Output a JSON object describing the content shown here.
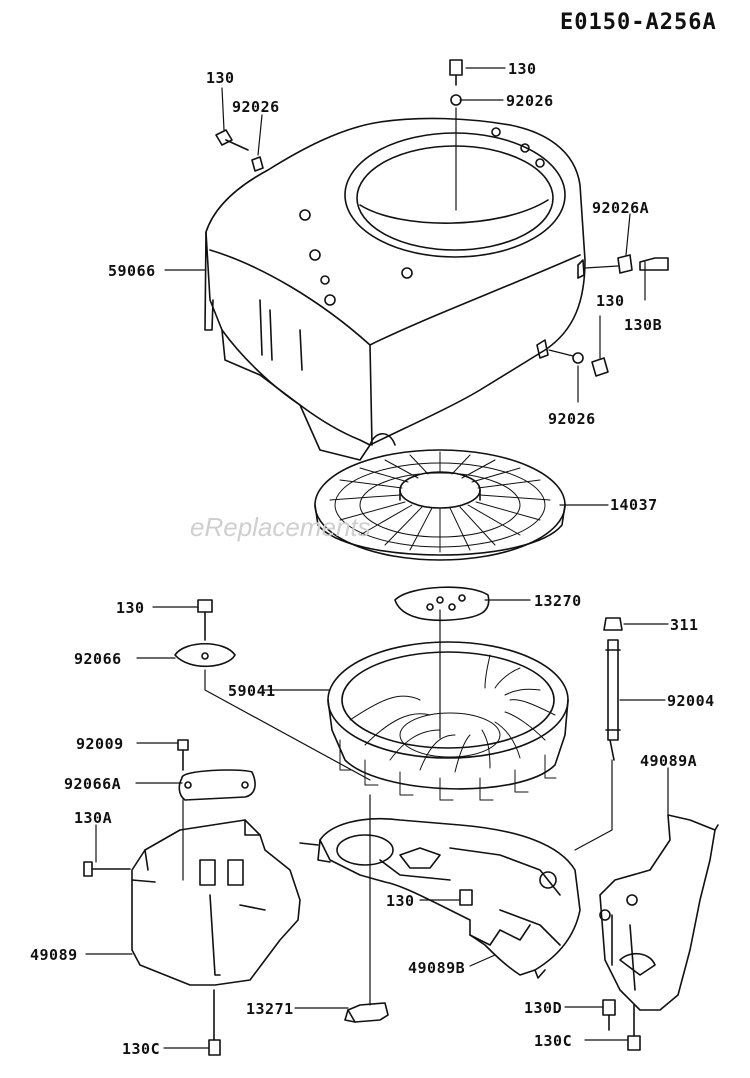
{
  "diagram_id": "E0150-A256A",
  "watermark": "eReplacements",
  "labels": {
    "l130_a": "130",
    "l130_b": "130",
    "l92026_a": "92026",
    "l92026_b": "92026",
    "l59066": "59066",
    "l92026A": "92026A",
    "l130_c": "130",
    "l130B": "130B",
    "l92026_c": "92026",
    "l14037": "14037",
    "l130_d": "130",
    "l13270": "13270",
    "l311": "311",
    "l92066": "92066",
    "l59041": "59041",
    "l92004": "92004",
    "l92009": "92009",
    "l49089A": "49089A",
    "l92066A": "92066A",
    "l130A": "130A",
    "l130_e": "130",
    "l49089": "49089",
    "l49089B": "49089B",
    "l130D": "130D",
    "l13271": "13271",
    "l130C_a": "130C",
    "l130C_b": "130C"
  }
}
